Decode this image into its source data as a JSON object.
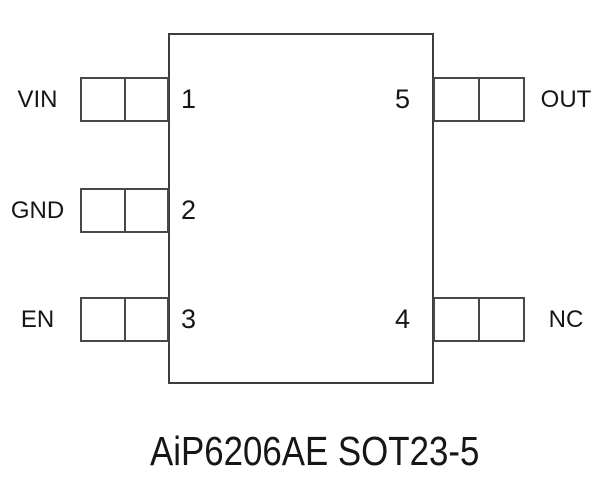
{
  "caption": "AiP6206AE SOT23-5",
  "pins": {
    "left": [
      {
        "number": "1",
        "label": "VIN"
      },
      {
        "number": "2",
        "label": "GND"
      },
      {
        "number": "3",
        "label": "EN"
      }
    ],
    "right": [
      {
        "number": "5",
        "label": "OUT"
      },
      {
        "number": "4",
        "label": "NC"
      }
    ]
  },
  "colors": {
    "background": "#ffffff",
    "body_outline": "#3d3d3d",
    "pad_outline": "#484848",
    "text": "#161616"
  }
}
